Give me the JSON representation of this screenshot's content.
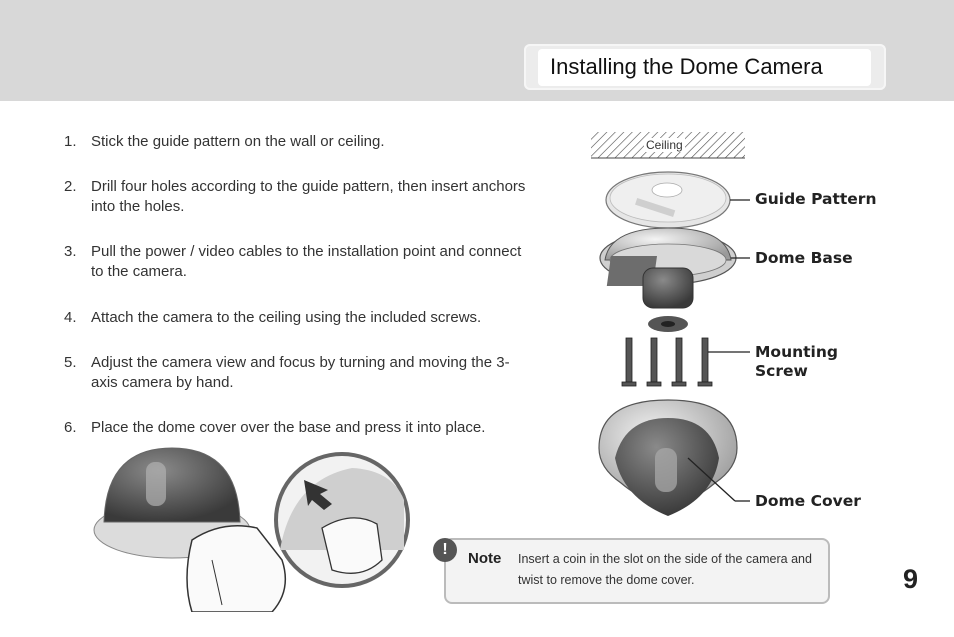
{
  "header": {
    "title": "Installing the Dome Camera"
  },
  "steps": [
    {
      "num": "1.",
      "text": "Stick the guide pattern on the wall or ceiling."
    },
    {
      "num": "2.",
      "text": "Drill four holes according to the guide pattern, then insert anchors into the holes."
    },
    {
      "num": "3.",
      "text": "Pull the power / video cables to the installation point and connect to the camera."
    },
    {
      "num": "4.",
      "text": "Attach the camera to the ceiling using the included screws."
    },
    {
      "num": "5.",
      "text": "Adjust the camera view and focus by turning and moving the 3-axis camera by hand."
    },
    {
      "num": "6.",
      "text": "Place the dome cover over the base and press it into place."
    }
  ],
  "diagram": {
    "ceiling": "Ceiling",
    "guide_pattern": "Guide Pattern",
    "dome_base": "Dome Base",
    "mounting_screw": "Mounting\nScrew",
    "dome_cover": "Dome Cover"
  },
  "note": {
    "label": "Note",
    "text": "Insert a coin in the slot on the side of the camera and twist to remove the dome cover."
  },
  "page_number": "9"
}
